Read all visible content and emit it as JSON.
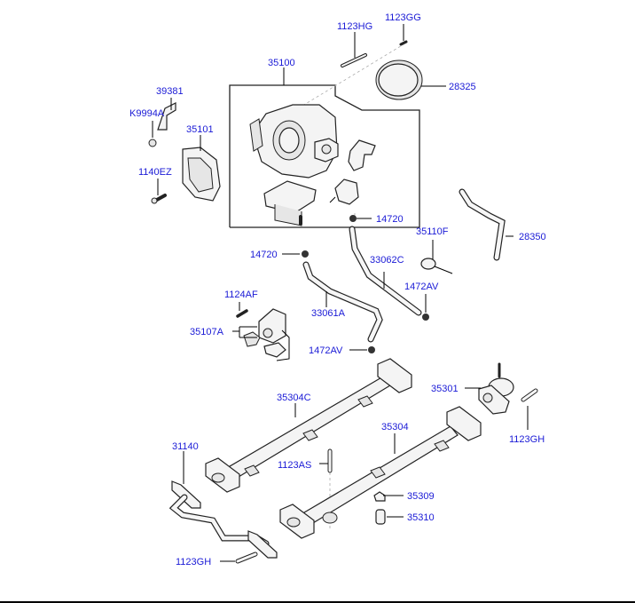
{
  "diagram": {
    "type": "exploded-parts-diagram",
    "subject": "Throttle body & fuel rail assembly",
    "label_color": "#1a1ad6",
    "labels": {
      "p1123HG": "1123HG",
      "p1123GG": "1123GG",
      "p35100": "35100",
      "p28325": "28325",
      "p39381": "39381",
      "pK9994A": "K9994A",
      "p35101": "35101",
      "p1140EZ": "1140EZ",
      "p14720a": "14720",
      "p28350": "28350",
      "p35110F": "35110F",
      "p14720b": "14720",
      "p33062C": "33062C",
      "p1472AVa": "1472AV",
      "p1124AF": "1124AF",
      "p33061A": "33061A",
      "p35107A": "35107A",
      "p1472AVb": "1472AV",
      "p35301": "35301",
      "p35304C": "35304C",
      "p1123GHa": "1123GH",
      "p35304": "35304",
      "p31140": "31140",
      "p1123AS": "1123AS",
      "p35309": "35309",
      "p35310": "35310",
      "p1123GHb": "1123GH"
    }
  }
}
